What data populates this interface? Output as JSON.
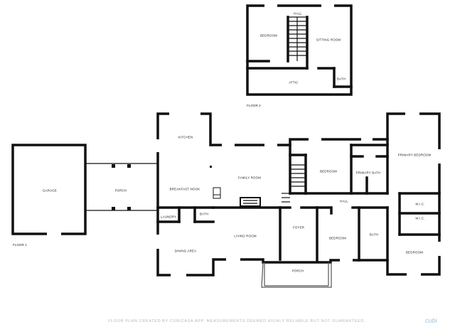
{
  "upper_floor": {
    "label": "FLOOR 2",
    "rooms": {
      "hall": "HALL",
      "bedroom": "BEDROOM",
      "sitting_room": "SITTING ROOM",
      "attic": "ATTIC",
      "bath": "BATH"
    }
  },
  "main_floor": {
    "label": "FLOOR 1",
    "rooms": {
      "garage": "GARAGE",
      "porch_left": "PORCH",
      "kitchen": "KITCHEN",
      "breakfast_nook": "BREAKFAST NOOK",
      "family_room": "FAMILY ROOM",
      "laundry": "LAUNDRY",
      "bath_small": "BATH",
      "living_room": "LIVING ROOM",
      "dining_area": "DINING AREA",
      "foyer": "FOYER",
      "porch_front": "PORCH",
      "bedroom_1": "BEDROOM",
      "bedroom_2": "BEDROOM",
      "bedroom_3": "BEDROOM",
      "primary_bath": "PRIMARY BATH",
      "primary_bedroom": "PRIMARY BEDROOM",
      "hall": "HALL",
      "bath_hall": "BATH",
      "wic_1": "W.I.C.",
      "wic_2": "W.I.C."
    }
  },
  "footer": {
    "disclaimer": "FLOOR PLAN CREATED BY CUBICASA APP. MEASUREMENTS DEEMED HIGHLY RELIABLE BUT NOT GUARANTEED.",
    "brand": "cubi"
  }
}
